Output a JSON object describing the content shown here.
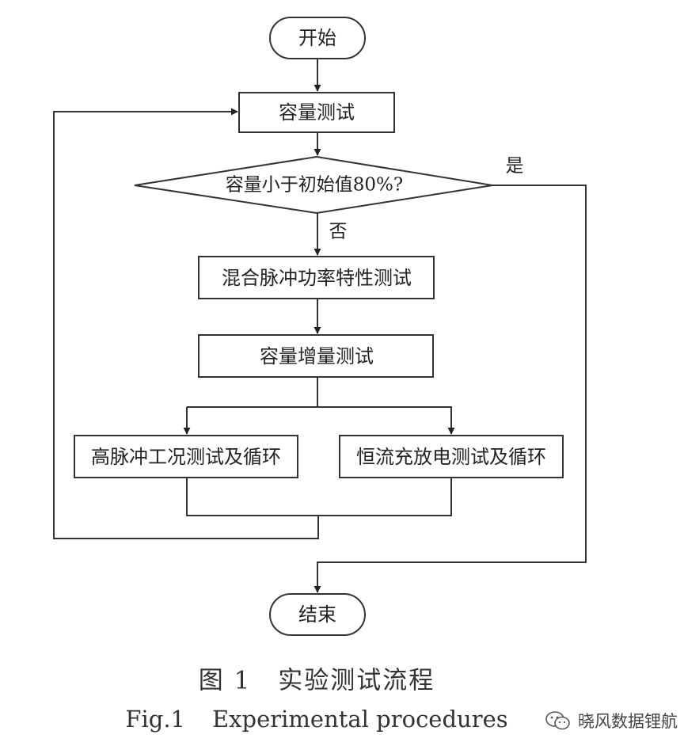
{
  "nodes": {
    "start": "开始",
    "capacity_test": "容量测试",
    "decision": "容量小于初始值80%?",
    "hppc": "混合脉冲功率特性测试",
    "capacity_increment": "容量增量测试",
    "high_pulse": "高脉冲工况测试及循环",
    "constant_current": "恒流充放电测试及循环",
    "end": "结束"
  },
  "edge_labels": {
    "yes": "是",
    "no": "否"
  },
  "caption": {
    "cn_number": "图 1",
    "cn_title": "实验测试流程",
    "en_number": "Fig.1",
    "en_title": "Experimental procedures"
  },
  "watermark": {
    "text": "晓风数据锂航",
    "icon": "wechat-icon"
  }
}
